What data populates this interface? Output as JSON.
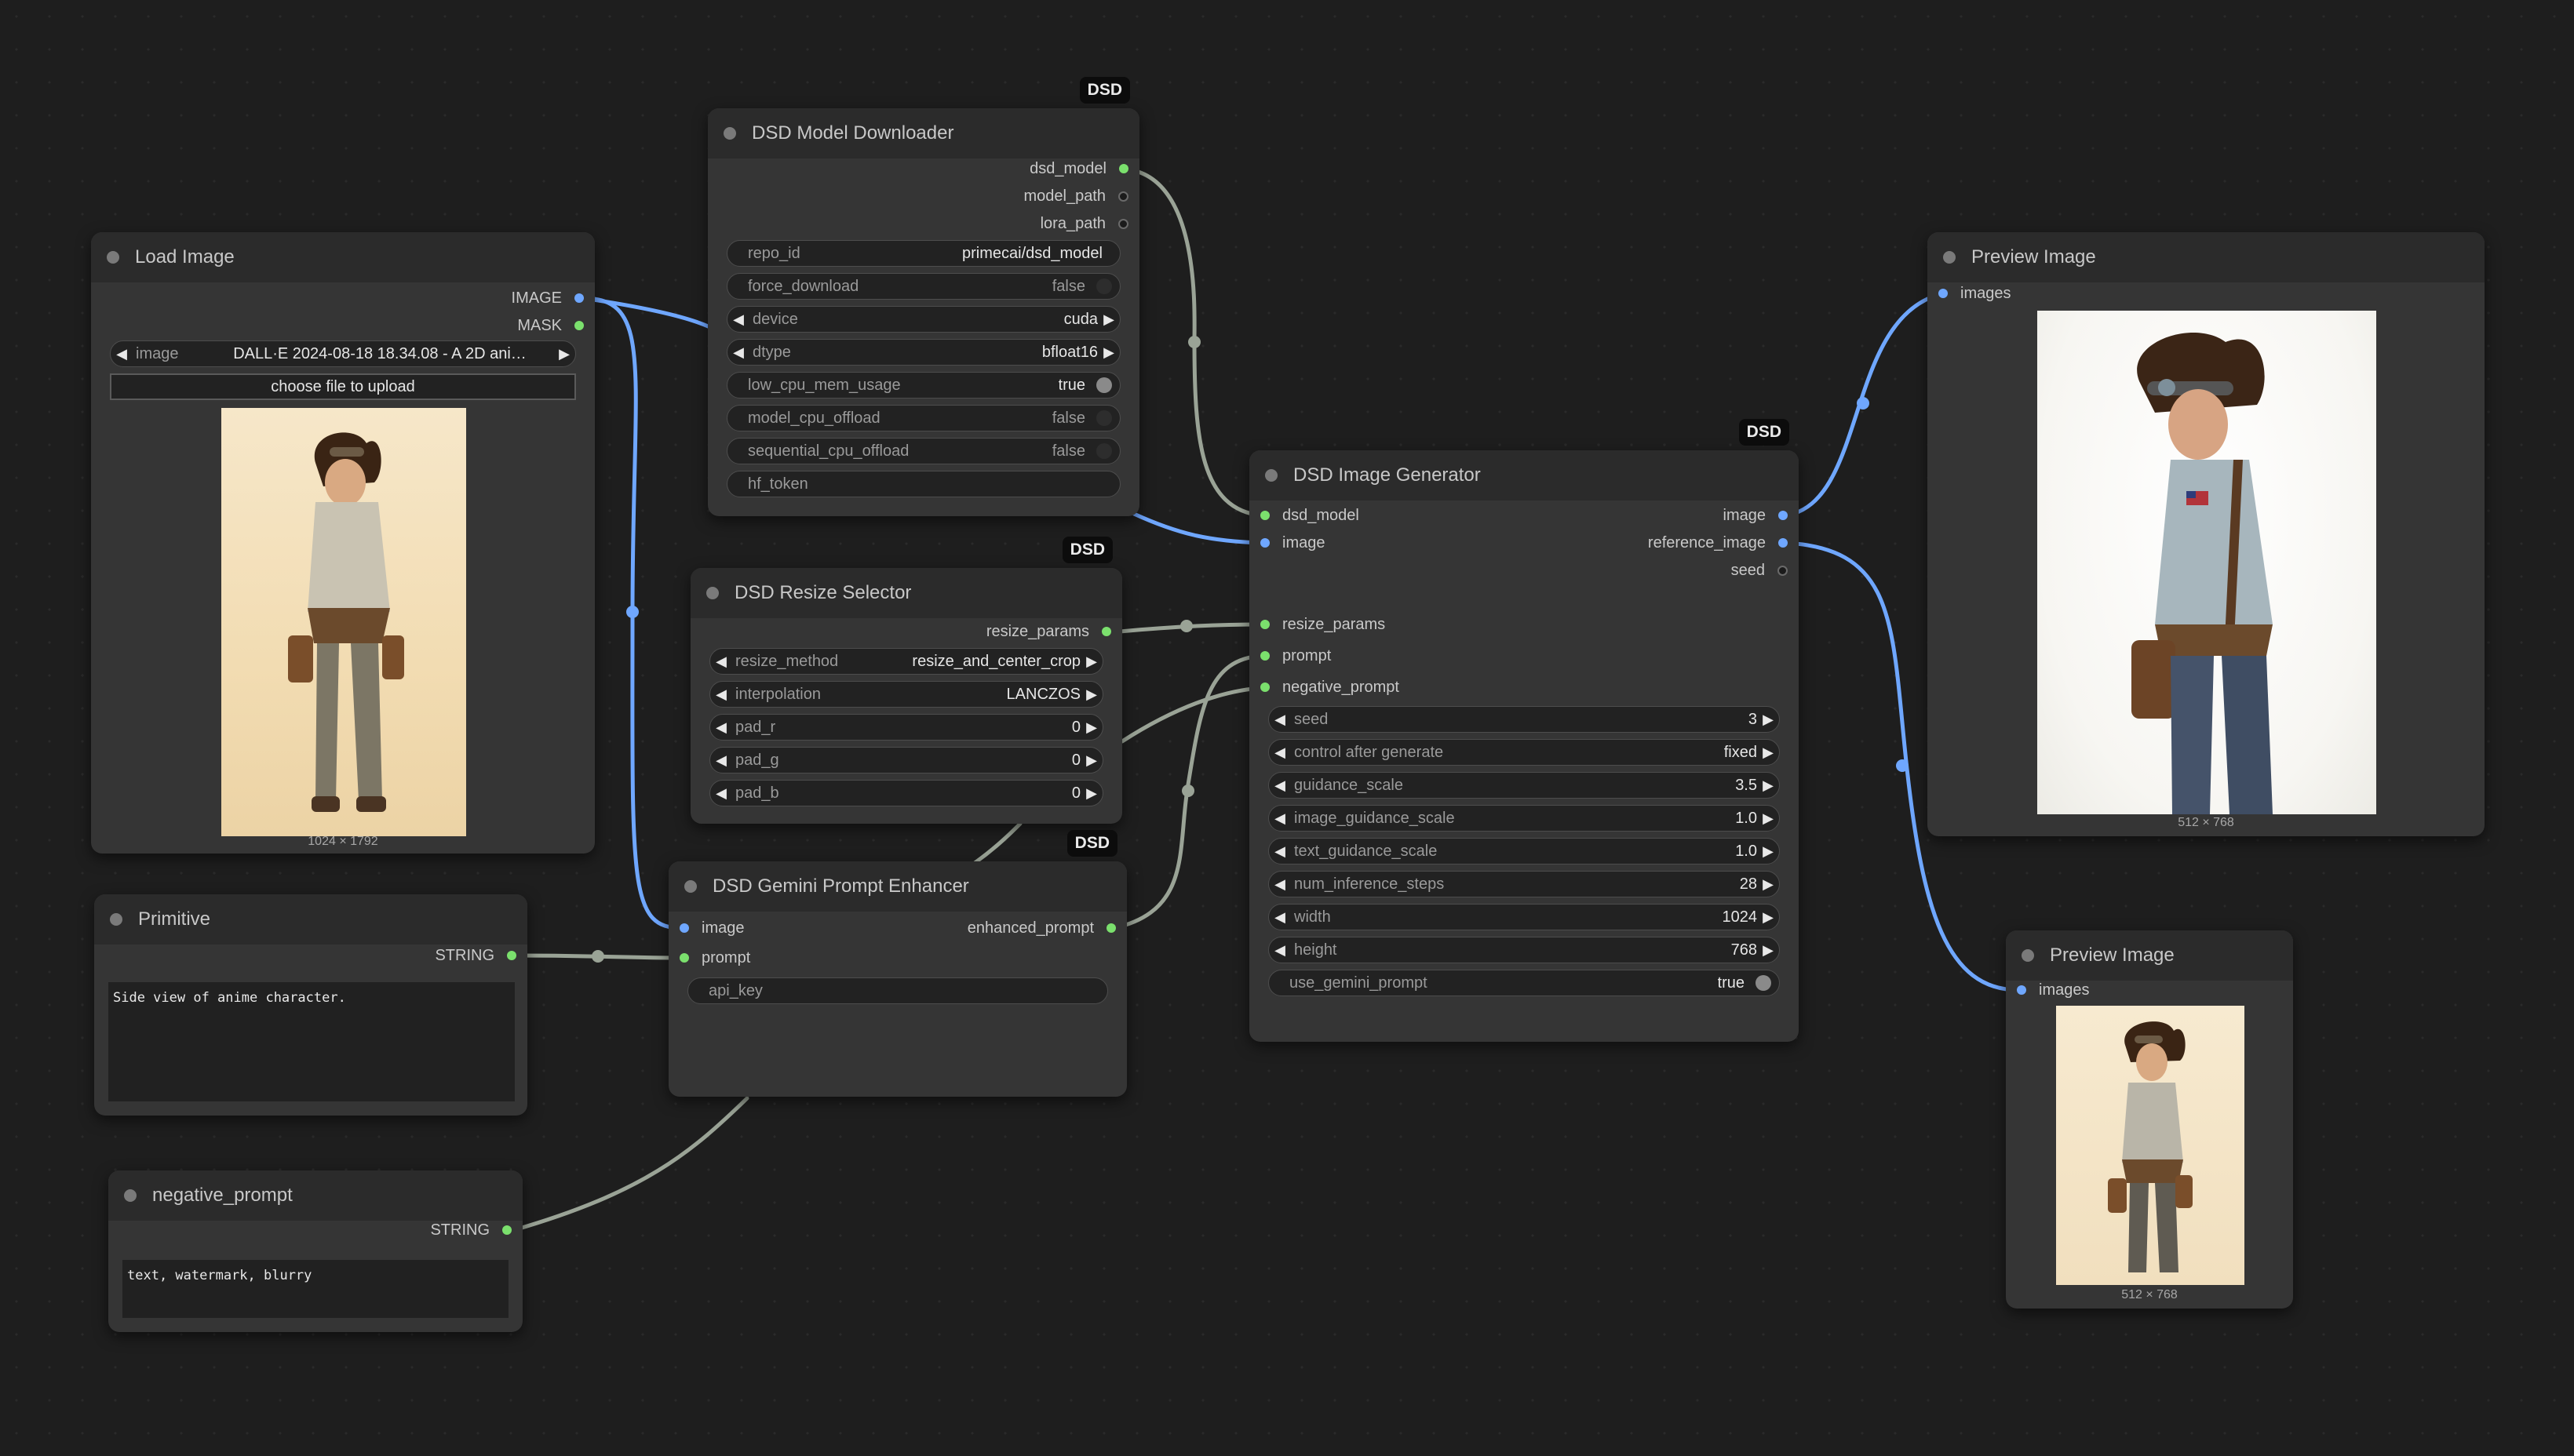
{
  "colors": {
    "canvas": "#1e1e1e",
    "node_body": "#353535",
    "node_title": "#2b2b2b",
    "wire_gray": "#9aa396",
    "wire_blue": "#6fa7ff",
    "port_green": "#7be06d",
    "port_blue": "#6fa7ff"
  },
  "nodes": {
    "downloader": {
      "title": "DSD Model Downloader",
      "badge": "DSD",
      "outputs": [
        "dsd_model",
        "model_path",
        "lora_path"
      ],
      "widgets": [
        {
          "label": "repo_id",
          "value": "primecai/dsd_model"
        },
        {
          "label": "force_download",
          "value": "false"
        },
        {
          "label": "device",
          "value": "cuda"
        },
        {
          "label": "dtype",
          "value": "bfloat16"
        },
        {
          "label": "low_cpu_mem_usage",
          "value": "true"
        },
        {
          "label": "model_cpu_offload",
          "value": "false"
        },
        {
          "label": "sequential_cpu_offload",
          "value": "false"
        },
        {
          "label": "hf_token",
          "value": ""
        }
      ]
    },
    "load_image": {
      "title": "Load Image",
      "outputs": [
        "IMAGE",
        "MASK"
      ],
      "image_label": "image",
      "image_value": "DALL·E 2024-08-18 18.34.08 - A 2D ani…",
      "upload_label": "choose file to upload",
      "dims": "1024 × 1792"
    },
    "resize": {
      "title": "DSD Resize Selector",
      "badge": "DSD",
      "output": "resize_params",
      "widgets": [
        {
          "label": "resize_method",
          "value": "resize_and_center_crop"
        },
        {
          "label": "interpolation",
          "value": "LANCZOS"
        },
        {
          "label": "pad_r",
          "value": "0"
        },
        {
          "label": "pad_g",
          "value": "0"
        },
        {
          "label": "pad_b",
          "value": "0"
        }
      ]
    },
    "generator": {
      "title": "DSD Image Generator",
      "badge": "DSD",
      "inputs": [
        "dsd_model",
        "image",
        "resize_params",
        "prompt",
        "negative_prompt"
      ],
      "outputs": [
        "image",
        "reference_image",
        "seed"
      ],
      "widgets": [
        {
          "label": "seed",
          "value": "3"
        },
        {
          "label": "control after generate",
          "value": "fixed"
        },
        {
          "label": "guidance_scale",
          "value": "3.5"
        },
        {
          "label": "image_guidance_scale",
          "value": "1.0"
        },
        {
          "label": "text_guidance_scale",
          "value": "1.0"
        },
        {
          "label": "num_inference_steps",
          "value": "28"
        },
        {
          "label": "width",
          "value": "1024"
        },
        {
          "label": "height",
          "value": "768"
        },
        {
          "label": "use_gemini_prompt",
          "value": "true"
        }
      ]
    },
    "preview1": {
      "title": "Preview Image",
      "input": "images",
      "dims": "512 × 768"
    },
    "preview2": {
      "title": "Preview Image",
      "input": "images",
      "dims": "512 × 768"
    },
    "primitive": {
      "title": "Primitive",
      "output": "STRING",
      "text": "Side view of anime character."
    },
    "negative": {
      "title": "negative_prompt",
      "output": "STRING",
      "text": "text, watermark, blurry"
    },
    "gemini": {
      "title": "DSD Gemini Prompt Enhancer",
      "badge": "DSD",
      "inputs": [
        "image",
        "prompt"
      ],
      "output": "enhanced_prompt",
      "widget_label": "api_key"
    }
  }
}
